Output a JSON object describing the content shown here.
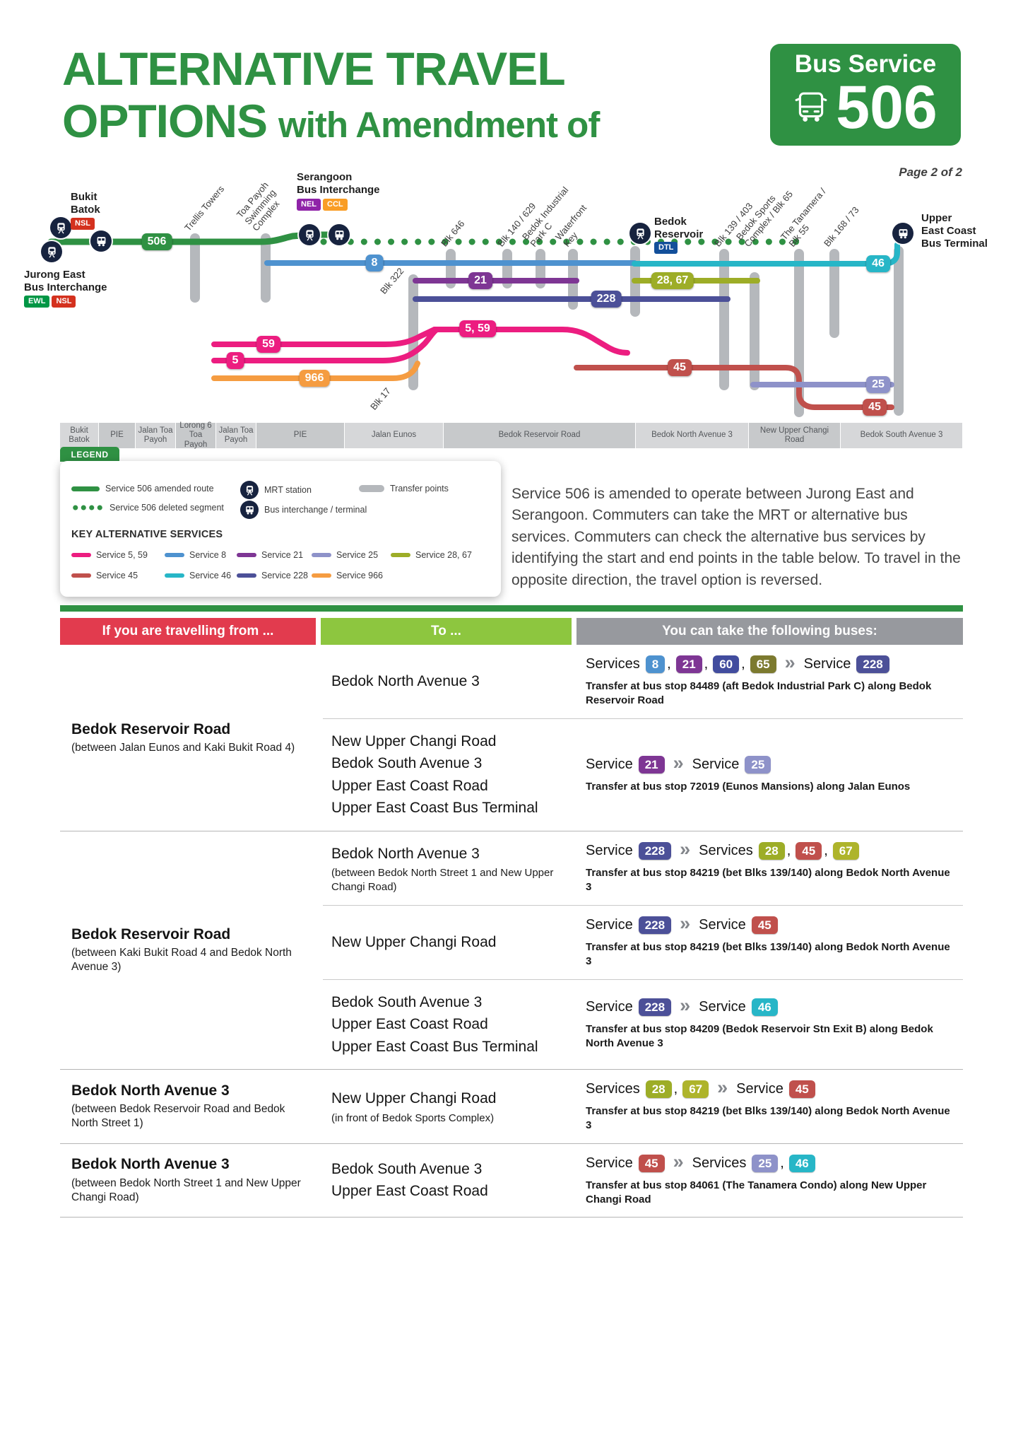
{
  "header": {
    "title_line1": "ALTERNATIVE TRAVEL",
    "title_line2_a": "OPTIONS",
    "title_line2_b": "with Amendment of",
    "service_box_label": "Bus Service",
    "service_box_number": "506",
    "page_indicator": "Page 2 of 2"
  },
  "glyphs": {
    "arrow": "»",
    "comma": ","
  },
  "colors": {
    "title_green": "#2f9143",
    "header_from": "#e23b4e",
    "header_to": "#8dc63f",
    "header_buses": "#97999e",
    "transfer_bar": "#b5b8bc",
    "arrow": "#83868b",
    "icon_bg": "#17233f"
  },
  "service_colors": {
    "5": "#ec1d80",
    "8": "#4e92cf",
    "21": "#7e3694",
    "25": "#8e92c9",
    "28": "#9dad27",
    "45": "#c0504c",
    "46": "#27b6c7",
    "59": "#ec1d80",
    "60": "#414c9e",
    "65": "#7c7a2f",
    "67": "#aeb42b",
    "228": "#4c5098",
    "506": "#2f9143",
    "966": "#f59c41"
  },
  "mrt_colors": {
    "NSL": "#d4311e",
    "EWL": "#009645",
    "NEL": "#8f23a8",
    "CCL": "#f99d25",
    "DTL": "#134f9a"
  },
  "map": {
    "stations": {
      "bukit_batok": {
        "name": "Bukit\nBatok",
        "lines": [
          "NSL"
        ]
      },
      "jurong_east": {
        "name": "Jurong East\nBus Interchange",
        "lines": [
          "EWL",
          "NSL"
        ]
      },
      "serangoon": {
        "name": "Serangoon\nBus Interchange",
        "lines": [
          "NEL",
          "CCL"
        ]
      },
      "bedok_reservoir": {
        "name": "Bedok\nReservoir",
        "lines": [
          "DTL"
        ]
      },
      "upper_east_coast": {
        "name": "Upper\nEast Coast\nBus Terminal",
        "lines": []
      }
    },
    "badges": {
      "b506": "506",
      "b8": "8",
      "b21": "21",
      "b228": "228",
      "b2867": "28, 67",
      "b559": "5, 59",
      "b59": "59",
      "b5": "5",
      "b966": "966",
      "b45a": "45",
      "b46": "46",
      "b25": "25",
      "b45b": "45"
    },
    "stops": {
      "trellis": "Trellis Towers",
      "toa_payoh_sc": "Toa Payoh\nSwimming\nComplex",
      "blk646": "Blk 646",
      "blk140": "Blk 140 / 629",
      "bedok_ind": "Bedok Industrial\nPark C",
      "waterfront": "Waterfront\nKey",
      "blk322": "Blk 322",
      "blk17": "Blk 17",
      "blk139": "Blk 139 / 403",
      "bedok_sports": "Bedok Sports\nComplex / Blk 65",
      "tanamera": "The Tanamera /\nBlk 55",
      "blk168": "Blk 168 / 73"
    },
    "road_strip": [
      "Bukit Batok",
      "PIE",
      "Jalan Toa Payoh",
      "Lorong 6 Toa Payoh",
      "Jalan Toa Payoh",
      "PIE",
      "Jalan Eunos",
      "Bedok Reservoir Road",
      "Bedok North Avenue 3",
      "New Upper Changi Road",
      "Bedok South Avenue 3"
    ]
  },
  "legend": {
    "tab": "LEGEND",
    "amended": "Service 506 amended route",
    "deleted": "Service 506 deleted segment",
    "mrt_station": "MRT station",
    "bus_interchange": "Bus interchange / terminal",
    "transfer_points": "Transfer points",
    "key_heading": "KEY ALTERNATIVE SERVICES",
    "services": [
      {
        "label": "Service 5, 59",
        "color_key": "5"
      },
      {
        "label": "Service 8",
        "color_key": "8"
      },
      {
        "label": "Service 21",
        "color_key": "21"
      },
      {
        "label": "Service 25",
        "color_key": "25"
      },
      {
        "label": "Service 28, 67",
        "color_key": "28"
      },
      {
        "label": "Service 45",
        "color_key": "45"
      },
      {
        "label": "Service 46",
        "color_key": "46"
      },
      {
        "label": "Service 228",
        "color_key": "228"
      },
      {
        "label": "Service 966",
        "color_key": "966"
      }
    ]
  },
  "description": "Service 506 is amended to operate between Jurong East and Serangoon. Commuters can take the MRT or alternative bus services. Commuters can check the alternative bus services by identifying the start and end points in the table below. To travel in the opposite direction, the travel option is reversed.",
  "table": {
    "headers": [
      "If you are travelling from ...",
      "To ...",
      "You can take the following buses:"
    ],
    "groups": [
      {
        "from_title": "Bedok Reservoir Road",
        "from_sub": "(between Jalan Eunos and Kaki Bukit Road 4)",
        "rows": [
          {
            "to": [
              "Bedok North Avenue 3"
            ],
            "take": [
              {
                "label": "Services",
                "badges": [
                  "8",
                  "21",
                  "60",
                  "65"
                ]
              },
              {
                "label": "Service",
                "badges": [
                  "228"
                ]
              }
            ],
            "note": "Transfer at bus stop 84489 (aft Bedok Industrial Park C) along Bedok Reservoir Road"
          },
          {
            "to": [
              "New Upper Changi Road",
              "Bedok South Avenue 3",
              "Upper East Coast Road",
              "Upper East Coast Bus Terminal"
            ],
            "take": [
              {
                "label": "Service",
                "badges": [
                  "21"
                ]
              },
              {
                "label": "Service",
                "badges": [
                  "25"
                ]
              }
            ],
            "note": "Transfer at bus stop 72019 (Eunos Mansions) along Jalan Eunos"
          }
        ]
      },
      {
        "from_title": "Bedok Reservoir Road",
        "from_sub": "(between Kaki Bukit Road 4 and Bedok North Avenue 3)",
        "rows": [
          {
            "to": [
              "Bedok North Avenue 3"
            ],
            "to_sub": "(between Bedok North Street 1 and New Upper Changi Road)",
            "take": [
              {
                "label": "Service",
                "badges": [
                  "228"
                ]
              },
              {
                "label": "Services",
                "badges": [
                  "28",
                  "45",
                  "67"
                ]
              }
            ],
            "note": "Transfer at bus stop 84219 (bet Blks 139/140) along Bedok North Avenue 3"
          },
          {
            "to": [
              "New Upper Changi Road"
            ],
            "take": [
              {
                "label": "Service",
                "badges": [
                  "228"
                ]
              },
              {
                "label": "Service",
                "badges": [
                  "45"
                ]
              }
            ],
            "note": "Transfer at bus stop 84219 (bet Blks 139/140) along Bedok North Avenue 3"
          },
          {
            "to": [
              "Bedok South Avenue 3",
              "Upper East Coast Road",
              "Upper East Coast Bus Terminal"
            ],
            "take": [
              {
                "label": "Service",
                "badges": [
                  "228"
                ]
              },
              {
                "label": "Service",
                "badges": [
                  "46"
                ]
              }
            ],
            "note": "Transfer at bus stop 84209 (Bedok Reservoir Stn Exit B) along Bedok North Avenue 3"
          }
        ]
      },
      {
        "from_title": "Bedok North Avenue 3",
        "from_sub": "(between Bedok Reservoir Road and Bedok North Street 1)",
        "rows": [
          {
            "to": [
              "New Upper Changi Road"
            ],
            "to_sub": "(in front of Bedok Sports Complex)",
            "take": [
              {
                "label": "Services",
                "badges": [
                  "28",
                  "67"
                ]
              },
              {
                "label": "Service",
                "badges": [
                  "45"
                ]
              }
            ],
            "note": "Transfer at bus stop 84219 (bet Blks 139/140) along Bedok North Avenue 3"
          }
        ]
      },
      {
        "from_title": "Bedok North Avenue 3",
        "from_sub": "(between Bedok North Street 1 and New Upper Changi Road)",
        "rows": [
          {
            "to": [
              "Bedok South Avenue 3",
              "Upper East Coast Road"
            ],
            "take": [
              {
                "label": "Service",
                "badges": [
                  "45"
                ]
              },
              {
                "label": "Services",
                "badges": [
                  "25",
                  "46"
                ]
              }
            ],
            "note": "Transfer at bus stop 84061 (The Tanamera Condo) along New Upper Changi Road"
          }
        ]
      }
    ]
  }
}
